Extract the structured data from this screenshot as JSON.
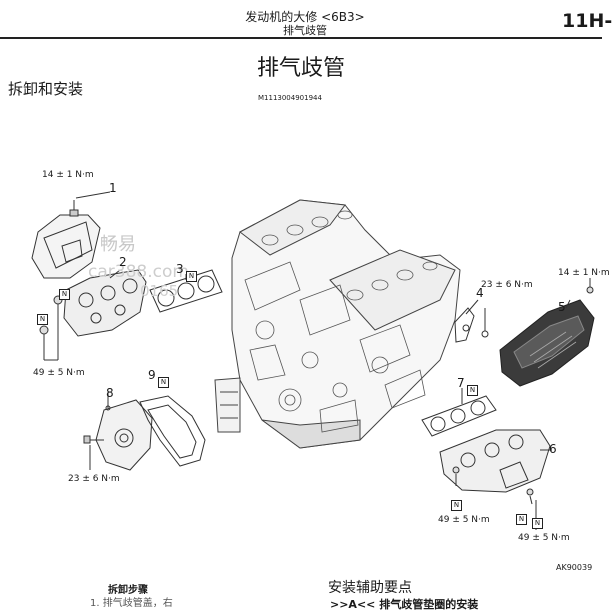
{
  "header": {
    "chapter": "发动机的大修 <6B3>",
    "topic": "排气歧管",
    "section_no": "11H-"
  },
  "page_title": "排气歧管",
  "subtitle": "拆卸和安装",
  "figure_id": "M1113004901944",
  "callouts": {
    "p1": "1",
    "p2": "2",
    "p3": "3",
    "p4": "4",
    "p5": "5",
    "p6": "6",
    "p7": "7",
    "p8": "8",
    "p9": "9",
    "n": "N"
  },
  "torques": {
    "t14_left": "14 ± 1 N·m",
    "t49_left": "49 ± 5 N·m",
    "t23_left": "23 ± 6 N·m",
    "t14_right": "14 ± 1 N·m",
    "t23_right": "23 ± 6 N·m",
    "t49_bottom_left": "49 ± 5 N·m",
    "t49_bottom_right": "49 ± 5 N·m"
  },
  "watermark": {
    "line1": "畅易",
    "line2": "car388.com",
    "line3": "0165"
  },
  "figure_code": "AK90039",
  "bottom": {
    "steps_title": "拆卸步骤",
    "step1": "1.  排气歧管盖，右",
    "assist_title": "安装辅助要点",
    "assist_item": ">>A<< 排气歧管垫圈的安装"
  }
}
